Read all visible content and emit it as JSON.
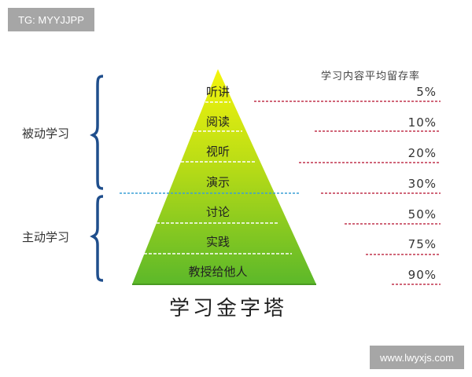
{
  "watermarks": {
    "top": "TG: MYYJJPP",
    "bottom": "www.lwyxjs.com"
  },
  "diagram": {
    "title": "学习金字塔",
    "retention_header": "学习内容平均留存率",
    "groups": [
      {
        "label": "被动学习",
        "layers": [
          "听讲",
          "阅读",
          "视听",
          "演示"
        ]
      },
      {
        "label": "主动学习",
        "layers": [
          "讨论",
          "实践",
          "教授给他人"
        ]
      }
    ],
    "layers": [
      {
        "label": "听讲",
        "retention": "5%"
      },
      {
        "label": "阅读",
        "retention": "10%"
      },
      {
        "label": "视听",
        "retention": "20%"
      },
      {
        "label": "演示",
        "retention": "30%"
      },
      {
        "label": "讨论",
        "retention": "50%"
      },
      {
        "label": "实践",
        "retention": "75%"
      },
      {
        "label": "教授给他人",
        "retention": "90%"
      }
    ],
    "colors": {
      "apex": "#f2f20a",
      "base": "#5cb82a",
      "bracket": "#1f4e8c",
      "red_dash": "#c0334d",
      "blue_dash": "#3a9fd6"
    }
  }
}
